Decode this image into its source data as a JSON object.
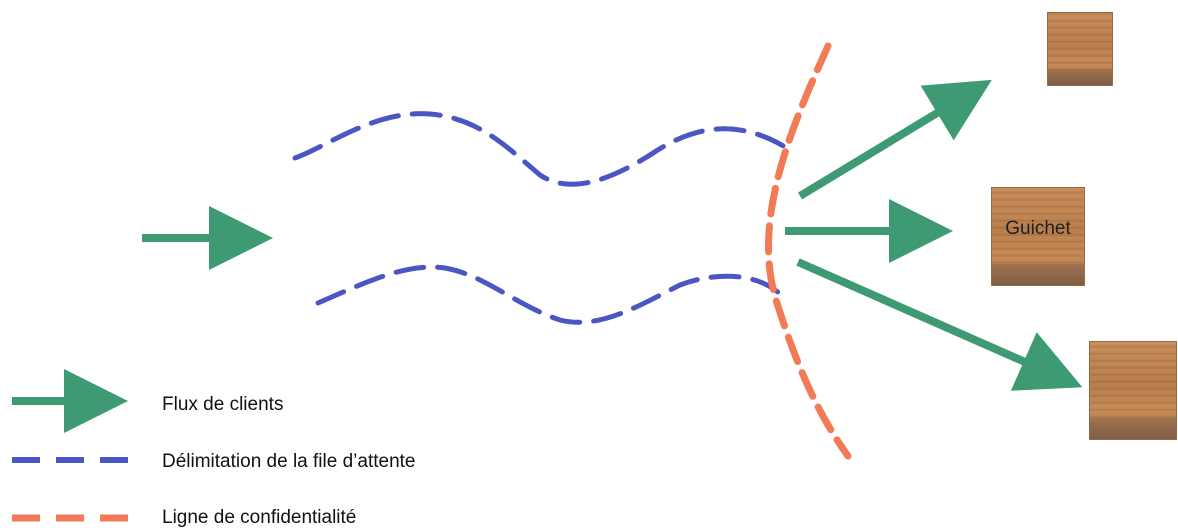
{
  "boxes": {
    "middle_label": "Guichet"
  },
  "legend": {
    "flux_label": "Flux de clients",
    "file_label": "Délimitation de la file d’attente",
    "confidentialite_label": "Ligne de confidentialité"
  },
  "colors": {
    "flow_arrow": "#3e9a73",
    "queue_boundary": "#4a56c3",
    "confidentiality_line": "#f37a56",
    "counter_wood": "#c08553"
  }
}
